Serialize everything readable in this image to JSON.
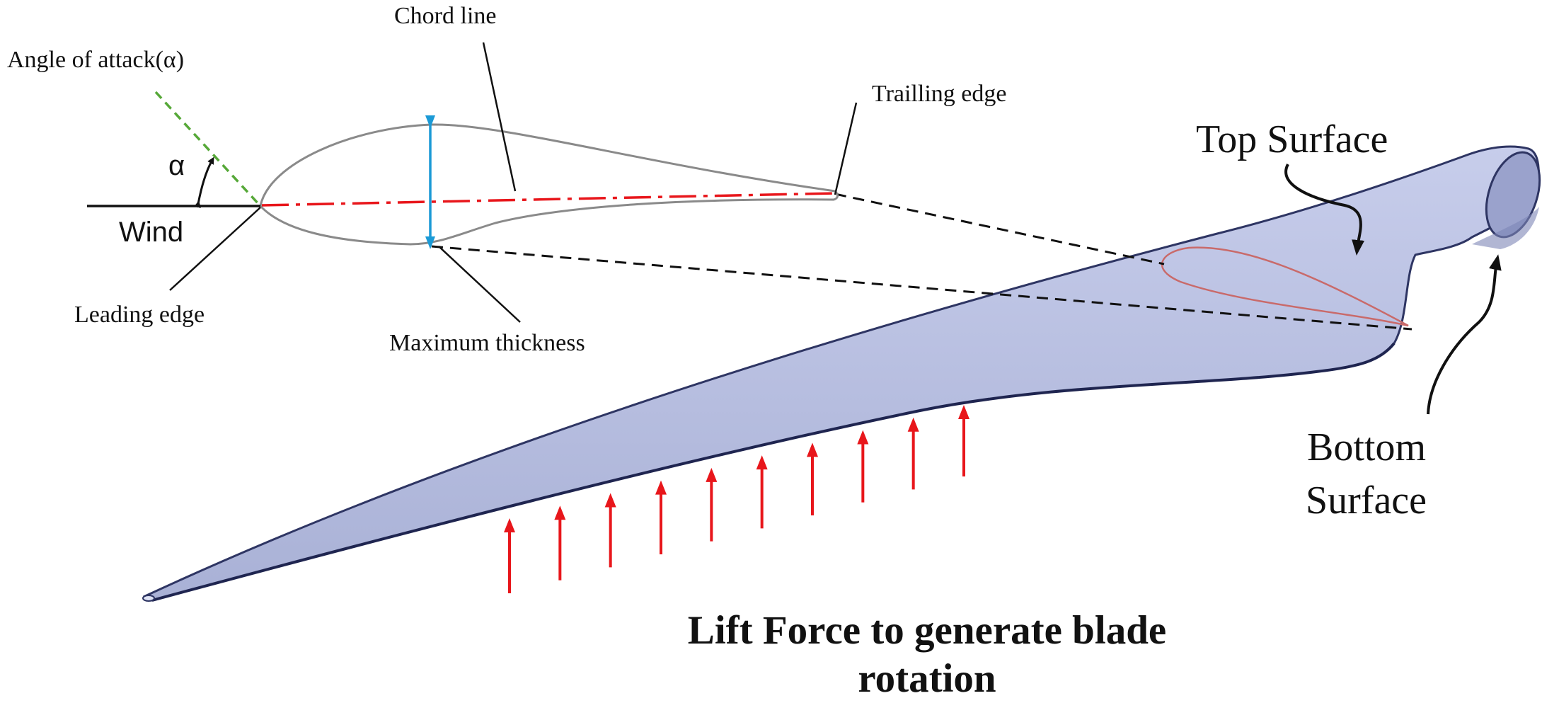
{
  "labels": {
    "angle_of_attack": "Angle of attack(α)",
    "alpha": "α",
    "wind": "Wind",
    "chord_line": "Chord line",
    "trailing_edge": "Trailling edge",
    "leading_edge": "Leading edge",
    "maximum_thickness": "Maximum thickness",
    "top_surface": "Top Surface",
    "bottom_surface_line1": "Bottom",
    "bottom_surface_line2": "Surface"
  },
  "title": {
    "line1": "Lift Force to generate blade",
    "line2": "rotation"
  },
  "colors": {
    "blade_fill": "#b8bfe0",
    "blade_edge": "#2e3563",
    "chord_line": "#e8161b",
    "angle_dashed": "#56a838",
    "thickness_arrow": "#1b9ad6",
    "lift_arrows": "#e8161b",
    "airfoil_outline": "#8a8a8a",
    "section_outline": "#c96a6a"
  },
  "lift_arrow_count": 10
}
